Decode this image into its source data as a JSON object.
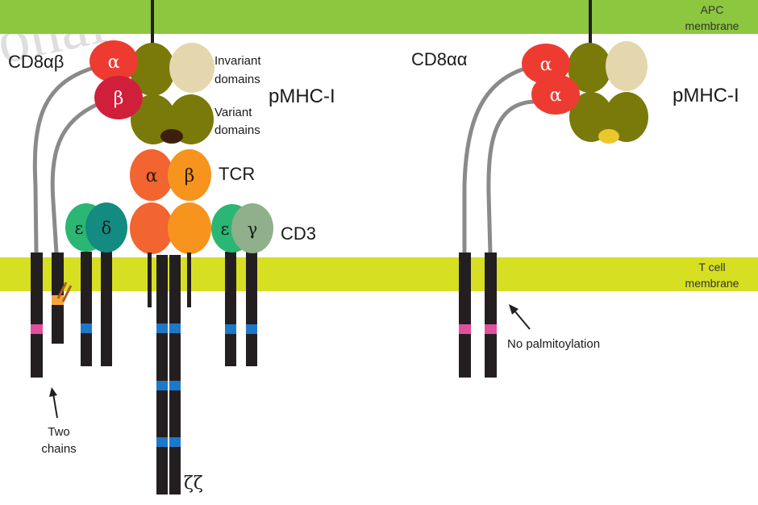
{
  "watermark": "onal",
  "membranes": {
    "apc": {
      "line1": "APC",
      "line2": "membrane"
    },
    "tcell": {
      "line1": "T cell",
      "line2": "membrane"
    }
  },
  "left_complex": {
    "coreceptor_label": "CD8αβ",
    "cd8_alpha": "α",
    "cd8_beta": "β",
    "invariant_line1": "Invariant",
    "invariant_line2": "domains",
    "variant_line1": "Variant",
    "variant_line2": "domains",
    "pmhc_label": "pMHC-I",
    "tcr_alpha": "α",
    "tcr_beta": "β",
    "tcr_label": "TCR",
    "cd3_epsilon_1": "ε",
    "cd3_delta": "δ",
    "cd3_epsilon_2": "ε",
    "cd3_gamma": "γ",
    "cd3_label": "CD3",
    "zeta_label": "ζζ",
    "two_chains_line1": "Two",
    "two_chains_line2": "chains"
  },
  "right_complex": {
    "coreceptor_label": "CD8αα",
    "cd8_alpha_1": "α",
    "cd8_alpha_2": "α",
    "pmhc_label": "pMHC-I",
    "annotation": "No palmitoylation"
  },
  "colors": {
    "apc_membrane": "#8dc63f",
    "tcell_membrane": "#d7df23",
    "olive": "#7a7a0a",
    "beige": "#e4d7ae",
    "cd8_alpha": "#ee3b31",
    "cd8_beta": "#d01f3b",
    "tcr_alpha": "#f26430",
    "tcr_beta": "#f7941d",
    "cd3_epsilon": "#2bb673",
    "cd3_delta": "#138b80",
    "cd3_gamma": "#8fb08a",
    "chain": "#231f20",
    "itam": "#1e78c8",
    "pink_mark": "#e0509c",
    "palmitoyl": "#f7a53b",
    "peptide_left": "#3d1f0e",
    "peptide_right": "#e8c82c"
  }
}
